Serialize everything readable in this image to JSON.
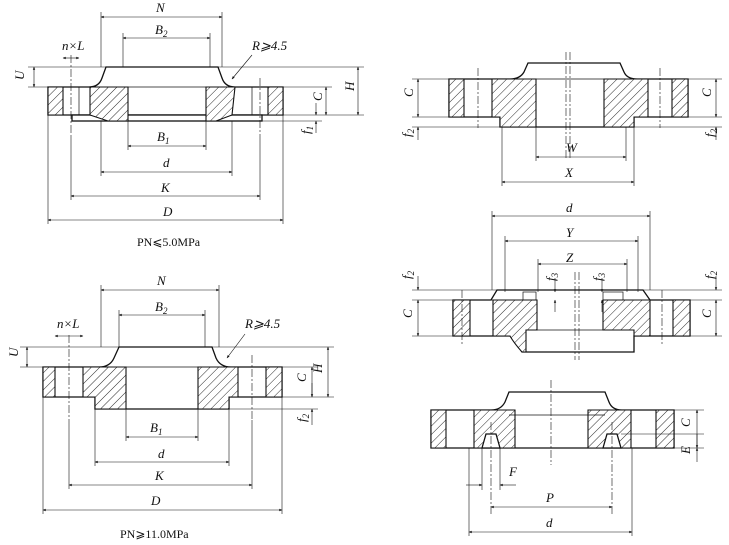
{
  "views": {
    "top_left": {
      "caption": "PN⩽5.0MPa",
      "labels": {
        "N": "N",
        "B2": "B",
        "B2_sub": "2",
        "nL": "n×L",
        "R": "R⩾4.5",
        "U": "U",
        "C": "C",
        "H": "H",
        "f1": "f",
        "f1_sub": "1",
        "B1": "B",
        "B1_sub": "1",
        "d": "d",
        "K": "K",
        "D": "D"
      }
    },
    "bottom_left": {
      "caption": "PN⩾11.0MPa",
      "labels": {
        "N": "N",
        "B2": "B",
        "B2_sub": "2",
        "nL": "n×L",
        "R": "R⩾4.5",
        "U": "U",
        "C": "C",
        "H": "H",
        "f2": "f",
        "f2_sub": "2",
        "B1": "B",
        "B1_sub": "1",
        "d": "d",
        "K": "K",
        "D": "D"
      }
    },
    "top_right": {
      "labels": {
        "C_left": "C",
        "C_right": "C",
        "f2_left": "f",
        "f2_left_sub": "2",
        "f2_right": "f",
        "f2_right_sub": "2",
        "W": "W",
        "X": "X"
      }
    },
    "middle_right": {
      "labels": {
        "d": "d",
        "Y": "Y",
        "Z": "Z",
        "f3_left": "f",
        "f3_left_sub": "3",
        "f3_right": "f",
        "f3_right_sub": "3",
        "f2_left": "f",
        "f2_left_sub": "2",
        "f2_right": "f",
        "f2_right_sub": "2",
        "C_left": "C",
        "C_right": "C"
      }
    },
    "bottom_right": {
      "labels": {
        "C": "C",
        "E": "E",
        "F": "F",
        "P": "P",
        "d": "d"
      }
    }
  }
}
